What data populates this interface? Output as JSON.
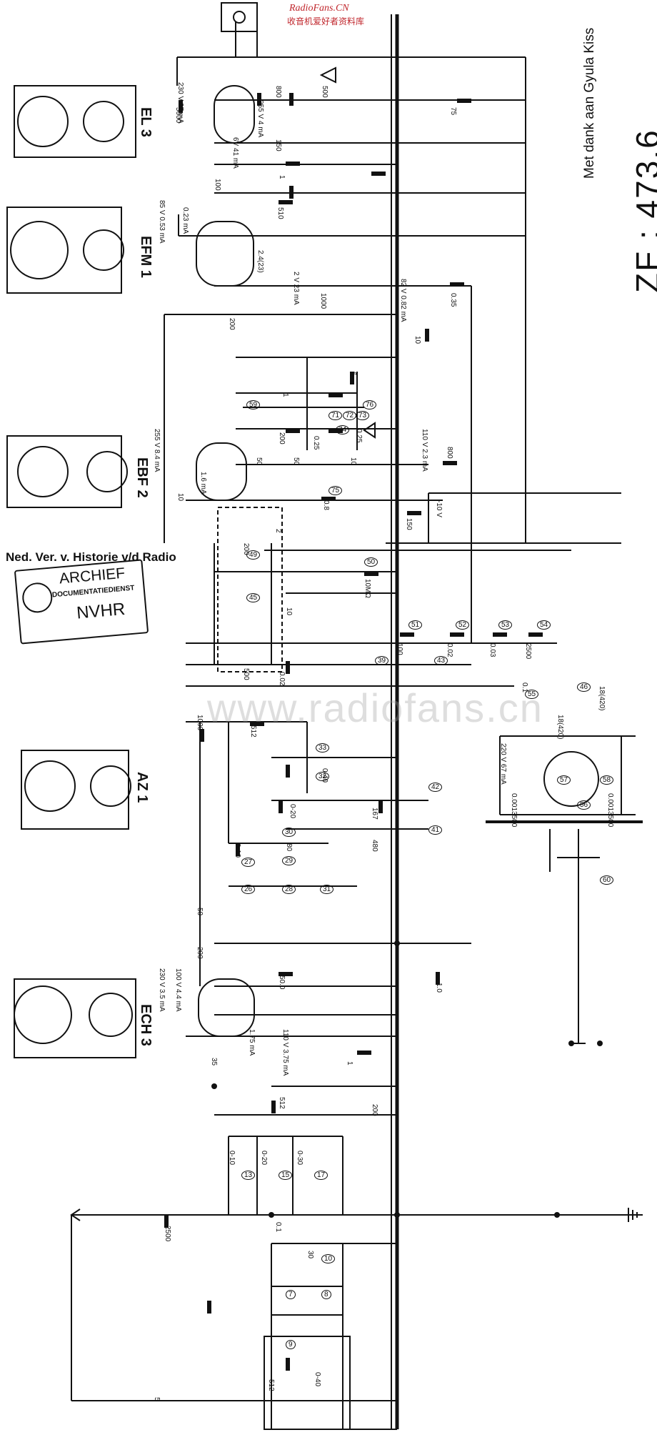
{
  "source": {
    "site_en": "RadioFans.CN",
    "site_zh": "收音机爱好者资料库"
  },
  "credit": "Met dank aan Gyula Kiss",
  "model_number": "ZF : 473.6",
  "organization": {
    "name": "Ned. Ver. v. Historie v/d Radio",
    "stamp_line1": "ARCHIEF",
    "stamp_line2": "DOCUMENTATIEDIENST",
    "stamp_line3": "NVHR"
  },
  "watermark": "www.radiofans.cn",
  "tubes": [
    {
      "type": "EL 3"
    },
    {
      "type": "EFM 1"
    },
    {
      "type": "EBF 2"
    },
    {
      "type": "AZ 1"
    },
    {
      "type": "ECH 3"
    }
  ],
  "annotations": [
    {
      "id": "el3_anode",
      "text": "230 V 37 mA"
    },
    {
      "id": "el3_screen",
      "text": "255 V 4 mA"
    },
    {
      "id": "el3_bias",
      "text": "6V 41 mA"
    },
    {
      "id": "efm1_anode",
      "text": "85 V 0.53 mA"
    },
    {
      "id": "efm1_screen",
      "text": "0.23 mA"
    },
    {
      "id": "efm1_ind",
      "text": "2.4(23)"
    },
    {
      "id": "efm1_gnd",
      "text": "2 V 23 mA"
    },
    {
      "id": "efm1_supply",
      "text": "82 V 0.82 mA"
    },
    {
      "id": "ebf2_anode",
      "text": "255 V 8.4 mA"
    },
    {
      "id": "ebf2_screen",
      "text": "1.6 mA"
    },
    {
      "id": "ebf2_supply",
      "text": "110 V 2.3 mA"
    },
    {
      "id": "neg",
      "text": "-10 V"
    },
    {
      "id": "ech3_anode",
      "text": "230 V 3.5 mA"
    },
    {
      "id": "ech3_screen",
      "text": "100 V 4.4 mA"
    },
    {
      "id": "ech3_osc",
      "text": "1.75 mA"
    },
    {
      "id": "ech3_supply",
      "text": "110 V 3.75 mA"
    },
    {
      "id": "power",
      "text": "220 V 67 mA"
    },
    {
      "id": "az1_trafo",
      "text": "18(420)"
    }
  ],
  "components": [
    {
      "id": "c_el3_1",
      "text": "5000"
    },
    {
      "id": "c_el3_2",
      "text": "800"
    },
    {
      "id": "c_el3_3",
      "text": "500"
    },
    {
      "id": "r_el3_1",
      "text": "150"
    },
    {
      "id": "r_el3_2",
      "text": "75"
    },
    {
      "id": "c_el3_4",
      "text": "100"
    },
    {
      "id": "r_efm_1",
      "text": "1"
    },
    {
      "id": "r_efm_2",
      "text": "510"
    },
    {
      "id": "r_efm_3",
      "text": "1000"
    },
    {
      "id": "r_efm_4",
      "text": "0.35"
    },
    {
      "id": "c_efm_5",
      "text": "10"
    },
    {
      "id": "c_ebf_1",
      "text": "200"
    },
    {
      "id": "c_ebf_2",
      "text": "6"
    },
    {
      "id": "r_ebf_3",
      "text": "1"
    },
    {
      "id": "r_ebf_4",
      "text": "200"
    },
    {
      "id": "c_ebf_5",
      "text": "50"
    },
    {
      "id": "c_ebf_6",
      "text": "50"
    },
    {
      "id": "r_ebf_7",
      "text": "0.25"
    },
    {
      "id": "r_ebf_8",
      "text": "0.25"
    },
    {
      "id": "c_ebf_9",
      "text": "10"
    },
    {
      "id": "r_ebf_10",
      "text": "800"
    },
    {
      "id": "r_ebf_11",
      "text": "0.8"
    },
    {
      "id": "c_ebf_12",
      "text": "10"
    },
    {
      "id": "r_ebf_13",
      "text": "150"
    },
    {
      "id": "r_if_1",
      "text": "10MΩ"
    },
    {
      "id": "c_if_2",
      "text": "200"
    },
    {
      "id": "c_if_3",
      "text": "10"
    },
    {
      "id": "r_if_4",
      "text": "2"
    },
    {
      "id": "r_if_5",
      "text": "100"
    },
    {
      "id": "r_if_6",
      "text": "0.02"
    },
    {
      "id": "r_if_7",
      "text": "0.03"
    },
    {
      "id": "r_if_8",
      "text": "2500"
    },
    {
      "id": "c_if_9",
      "text": "500"
    },
    {
      "id": "c_if_10",
      "text": "0.02"
    },
    {
      "id": "c_osc_1",
      "text": "1000"
    },
    {
      "id": "c_osc_2",
      "text": "512"
    },
    {
      "id": "c_osc_3",
      "text": "0-40"
    },
    {
      "id": "c_osc_4",
      "text": "0-20"
    },
    {
      "id": "c_osc_5",
      "text": "167"
    },
    {
      "id": "c_osc_6",
      "text": "480"
    },
    {
      "id": "c_osc_7",
      "text": "0-10"
    },
    {
      "id": "c_osc_8",
      "text": "80"
    },
    {
      "id": "r_ech_1",
      "text": "50"
    },
    {
      "id": "r_ech_2",
      "text": "200"
    },
    {
      "id": "r_ech_3",
      "text": "50.0"
    },
    {
      "id": "c_ech_4",
      "text": "1.0"
    },
    {
      "id": "r_ech_5",
      "text": "35"
    },
    {
      "id": "r_ech_6",
      "text": "1"
    },
    {
      "id": "c_rf_1",
      "text": "512"
    },
    {
      "id": "c_rf_2",
      "text": "200"
    },
    {
      "id": "c_rf_3",
      "text": "0-10"
    },
    {
      "id": "c_rf_4",
      "text": "0-20"
    },
    {
      "id": "c_rf_5",
      "text": "0-30"
    },
    {
      "id": "c_rf_6",
      "text": "2500"
    },
    {
      "id": "c_rf_7",
      "text": "0.1"
    },
    {
      "id": "c_rf_8",
      "text": "30"
    },
    {
      "id": "c_rf_9",
      "text": "512"
    },
    {
      "id": "c_rf_10",
      "text": "0-40"
    },
    {
      "id": "c_rf_11",
      "text": "5"
    },
    {
      "id": "c_pwr_1",
      "text": "18(420)"
    },
    {
      "id": "c_pwr_2",
      "text": "0.1"
    },
    {
      "id": "c_pwr_3",
      "text": "0.0013500"
    },
    {
      "id": "c_pwr_4",
      "text": "0.0013500"
    }
  ],
  "markers": [
    "59",
    "71",
    "72",
    "74",
    "73",
    "75",
    "76",
    "49",
    "45",
    "50",
    "51",
    "52",
    "53",
    "54",
    "39",
    "43",
    "55",
    "46",
    "57",
    "58",
    "56",
    "33",
    "32",
    "30",
    "42",
    "41",
    "27",
    "29",
    "26",
    "28",
    "31",
    "13",
    "15",
    "17",
    "10",
    "7",
    "8",
    "9",
    "60"
  ]
}
